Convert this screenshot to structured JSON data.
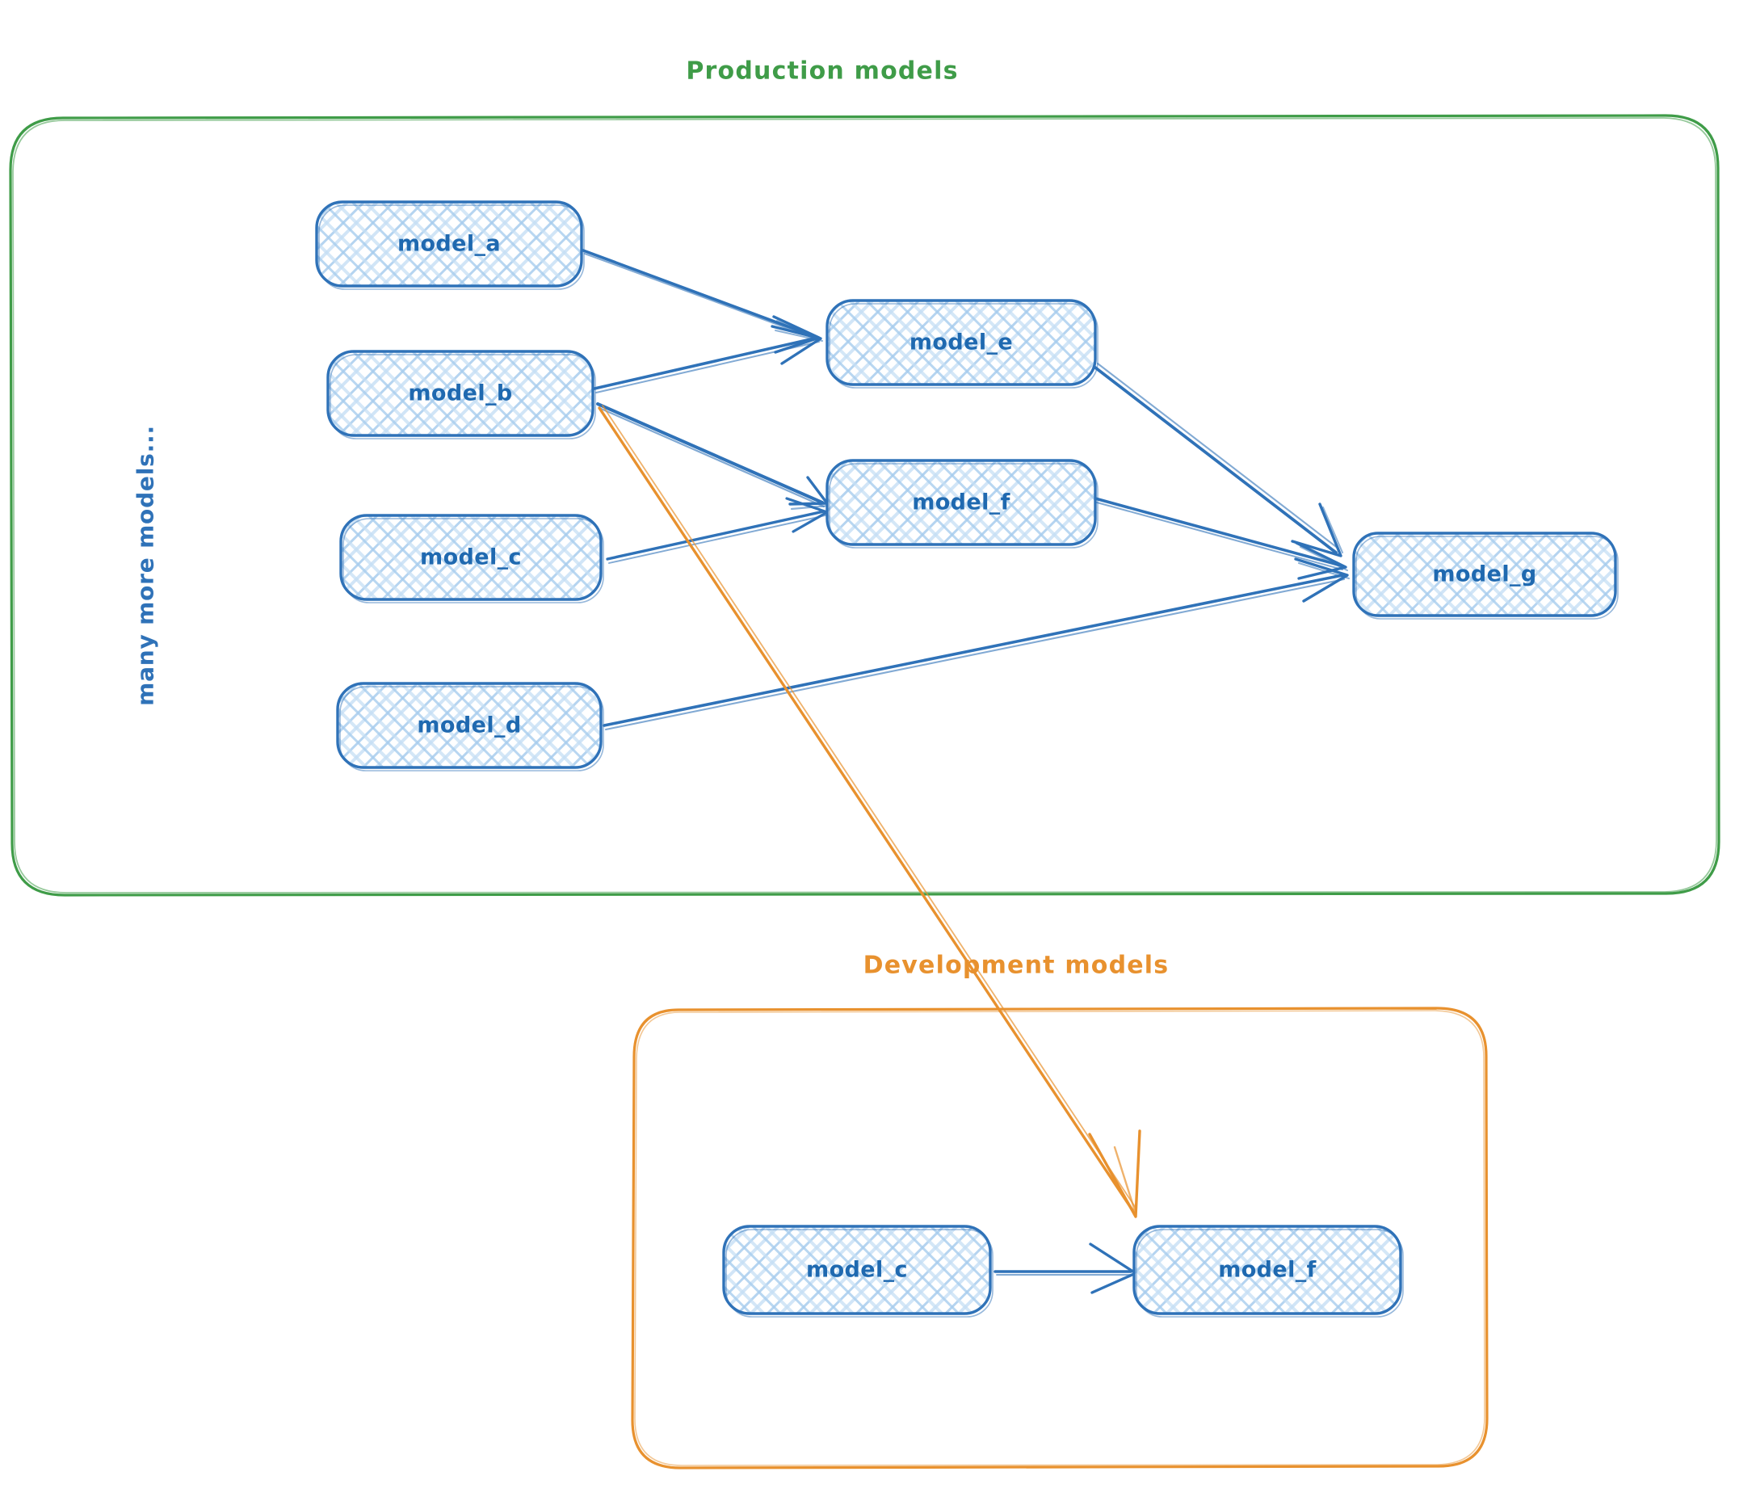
{
  "diagram": {
    "title_prod": "Production models",
    "title_dev": "Development models",
    "side_note": "many more models...",
    "colors": {
      "production_border": "#3f9c48",
      "development_border": "#e8912e",
      "node_stroke": "#2f72b8",
      "node_fill": "#cfe3f7",
      "node_text": "#1f69b0",
      "edge_blue": "#2f72b8",
      "edge_orange": "#e8912e",
      "background": "#ffffff"
    }
  },
  "production": {
    "label": "Production models",
    "nodes": [
      {
        "id": "prod_model_a",
        "label": "model_a"
      },
      {
        "id": "prod_model_b",
        "label": "model_b"
      },
      {
        "id": "prod_model_c",
        "label": "model_c"
      },
      {
        "id": "prod_model_d",
        "label": "model_d"
      },
      {
        "id": "prod_model_e",
        "label": "model_e"
      },
      {
        "id": "prod_model_f",
        "label": "model_f"
      },
      {
        "id": "prod_model_g",
        "label": "model_g"
      }
    ],
    "edges": [
      {
        "from": "prod_model_a",
        "to": "prod_model_e",
        "color": "blue"
      },
      {
        "from": "prod_model_b",
        "to": "prod_model_e",
        "color": "blue"
      },
      {
        "from": "prod_model_b",
        "to": "prod_model_f",
        "color": "blue"
      },
      {
        "from": "prod_model_c",
        "to": "prod_model_f",
        "color": "blue"
      },
      {
        "from": "prod_model_e",
        "to": "prod_model_g",
        "color": "blue"
      },
      {
        "from": "prod_model_f",
        "to": "prod_model_g",
        "color": "blue"
      },
      {
        "from": "prod_model_d",
        "to": "prod_model_g",
        "color": "blue"
      }
    ]
  },
  "development": {
    "label": "Development models",
    "nodes": [
      {
        "id": "dev_model_c",
        "label": "model_c"
      },
      {
        "id": "dev_model_f",
        "label": "model_f"
      }
    ],
    "edges": [
      {
        "from": "dev_model_c",
        "to": "dev_model_f",
        "color": "blue"
      }
    ]
  },
  "cross_edges": [
    {
      "from": "prod_model_b",
      "to": "dev_model_f",
      "color": "orange"
    }
  ]
}
